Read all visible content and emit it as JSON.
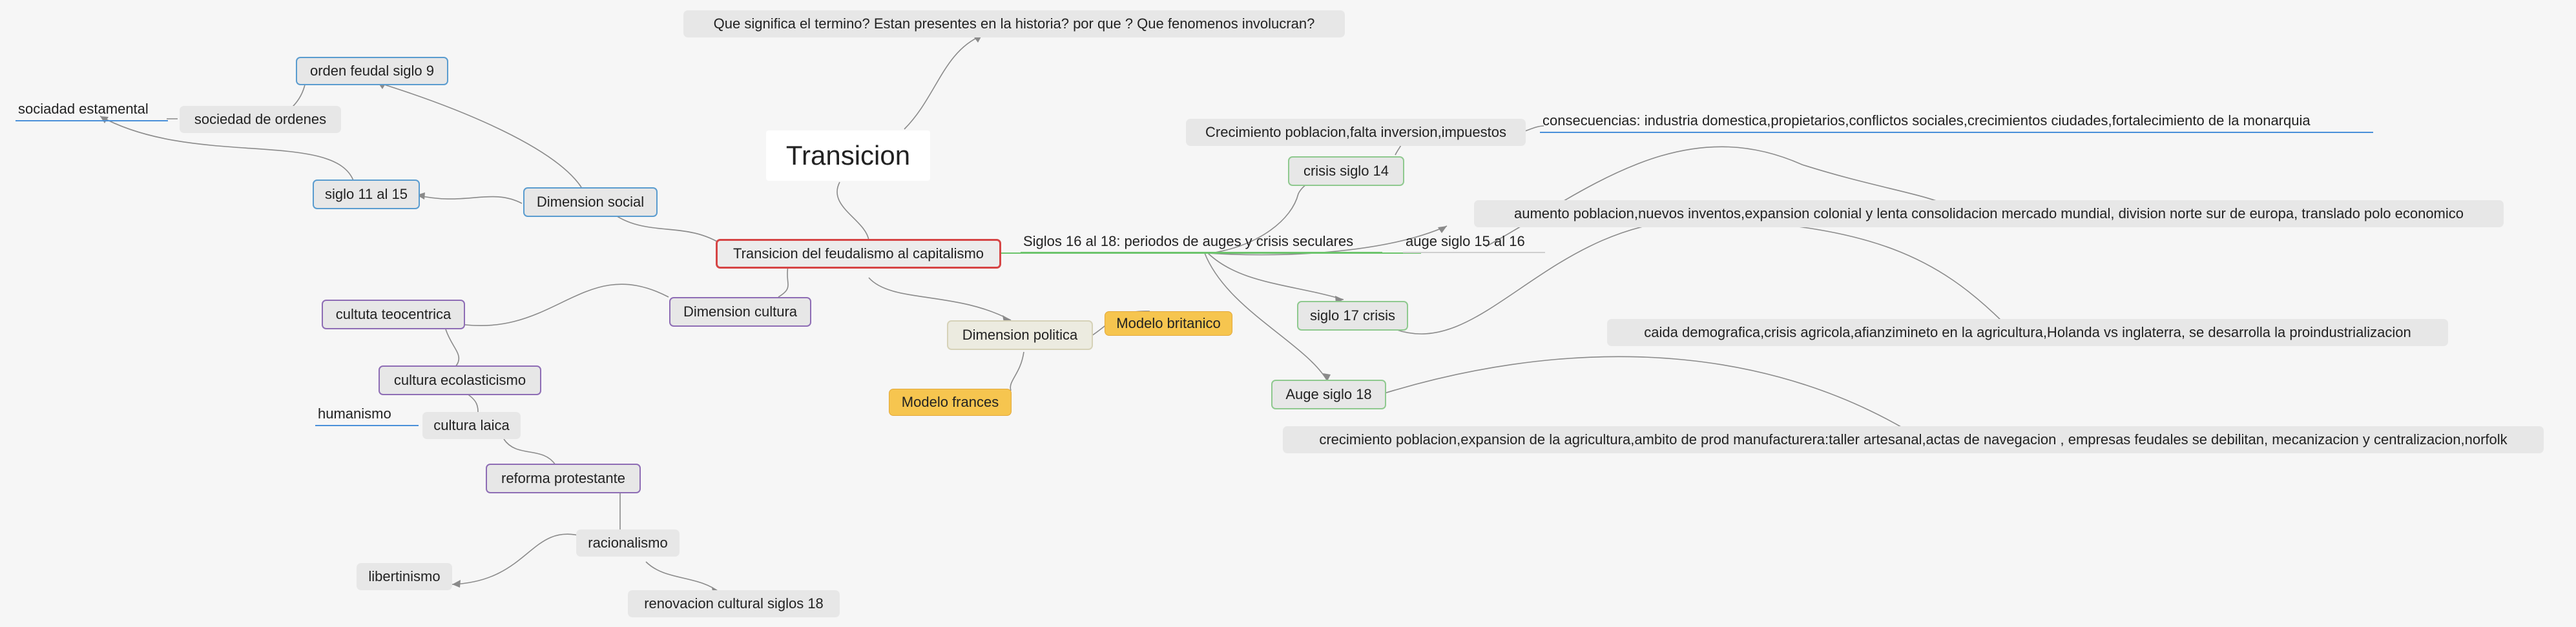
{
  "nodes": {
    "root": "Transicion",
    "question": "Que significa el termino? Estan presentes en la historia? por que ? Que fenomenos involucran?",
    "center": "Transicion del feudalismo al capitalismo",
    "dim_social": "Dimension social",
    "orden_feudal": "orden feudal siglo 9",
    "sociedad_ordenes": "sociedad de ordenes",
    "sociedad_estamental": "sociadad estamental",
    "siglo_11_15": "siglo 11 al 15",
    "dim_cultura": "Dimension cultura",
    "teocentrica": "cultuta teocentrica",
    "escolasticismo": "cultura ecolasticismo",
    "laica": "cultura laica",
    "humanismo": "humanismo",
    "reforma": "reforma protestante",
    "racionalismo": "racionalismo",
    "libertinismo": "libertinismo",
    "renovacion": "renovacion cultural siglos 18",
    "dim_politica": "Dimension politica",
    "modelo_britanico": "Modelo britanico",
    "modelo_frances": "Modelo frances",
    "siglos_16_18": "Siglos 16 al 18: periodos de auges y crisis seculares",
    "auge_15_16": "auge siglo 15 al 16",
    "crisis_14": "crisis siglo 14",
    "crecimiento_poblacion": "Crecimiento poblacion,falta inversion,impuestos",
    "consecuencias": "consecuencias: industria domestica,propietarios,conflictos sociales,crecimientos ciudades,fortalecimiento de la monarquia",
    "aumento_poblacion": "aumento poblacion,nuevos inventos,expansion colonial y lenta consolidacion mercado mundial, division norte sur de europa, translado polo economico",
    "crisis_17": "siglo 17 crisis",
    "caida_demografica": "caida demografica,crisis agricola,afianzimineto en la agricultura,Holanda vs inglaterra, se desarrolla la proindustrializacion",
    "auge_18": "Auge siglo 18",
    "crecimiento_18": "crecimiento poblacion,expansion de la agricultura,ambito de prod manufacturera:taller artesanal,actas de navegacion , empresas feudales se debilitan, mecanizacion y centralizacion,norfolk"
  },
  "colors": {
    "connector": "#8a8a8a",
    "center_border": "#d64545",
    "social_branch": "#5a9ccf",
    "culture_branch": "#8e6db5",
    "economic_branch": "#8fc98f",
    "political_models": "#f6c54f"
  }
}
